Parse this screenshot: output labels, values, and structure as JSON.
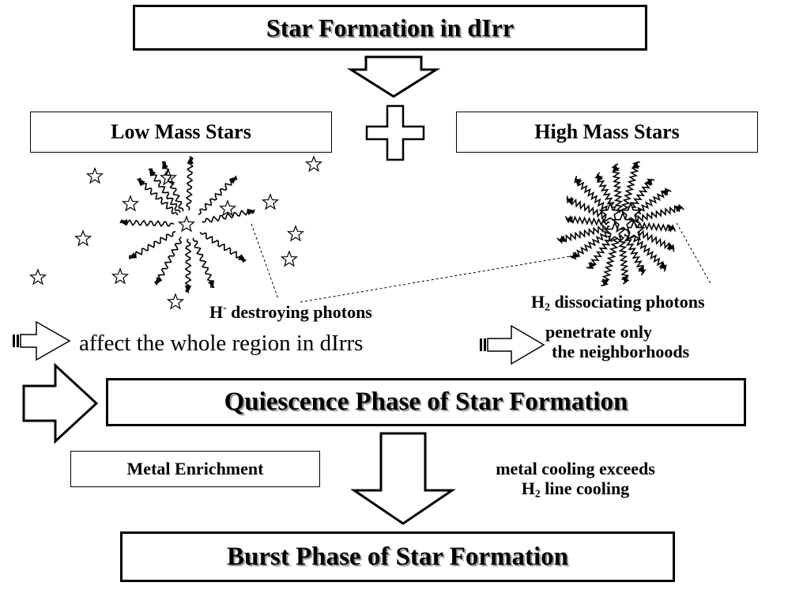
{
  "title": "Star Formation in dIrr",
  "low_mass": {
    "label": "Low Mass Stars"
  },
  "high_mass": {
    "label": "High Mass Stars"
  },
  "h_minus_label": {
    "symbol": "H",
    "superscript": "-",
    "text": " destroying photons"
  },
  "h2_label": {
    "symbol": "H",
    "subscript": "2",
    "text": " dissociating photons"
  },
  "low_effect": "affect the whole region in dIrrs",
  "high_effect": {
    "line1": "penetrate only",
    "line2": "the neighborhoods"
  },
  "quiescence": "Quiescence Phase of Star Formation",
  "metal_enrichment": "Metal Enrichment",
  "cooling_note": {
    "line1": "metal cooling exceeds",
    "line2_symbol": "H",
    "line2_subscript": "2",
    "line2_text": " line cooling"
  },
  "burst": "Burst Phase of Star Formation"
}
